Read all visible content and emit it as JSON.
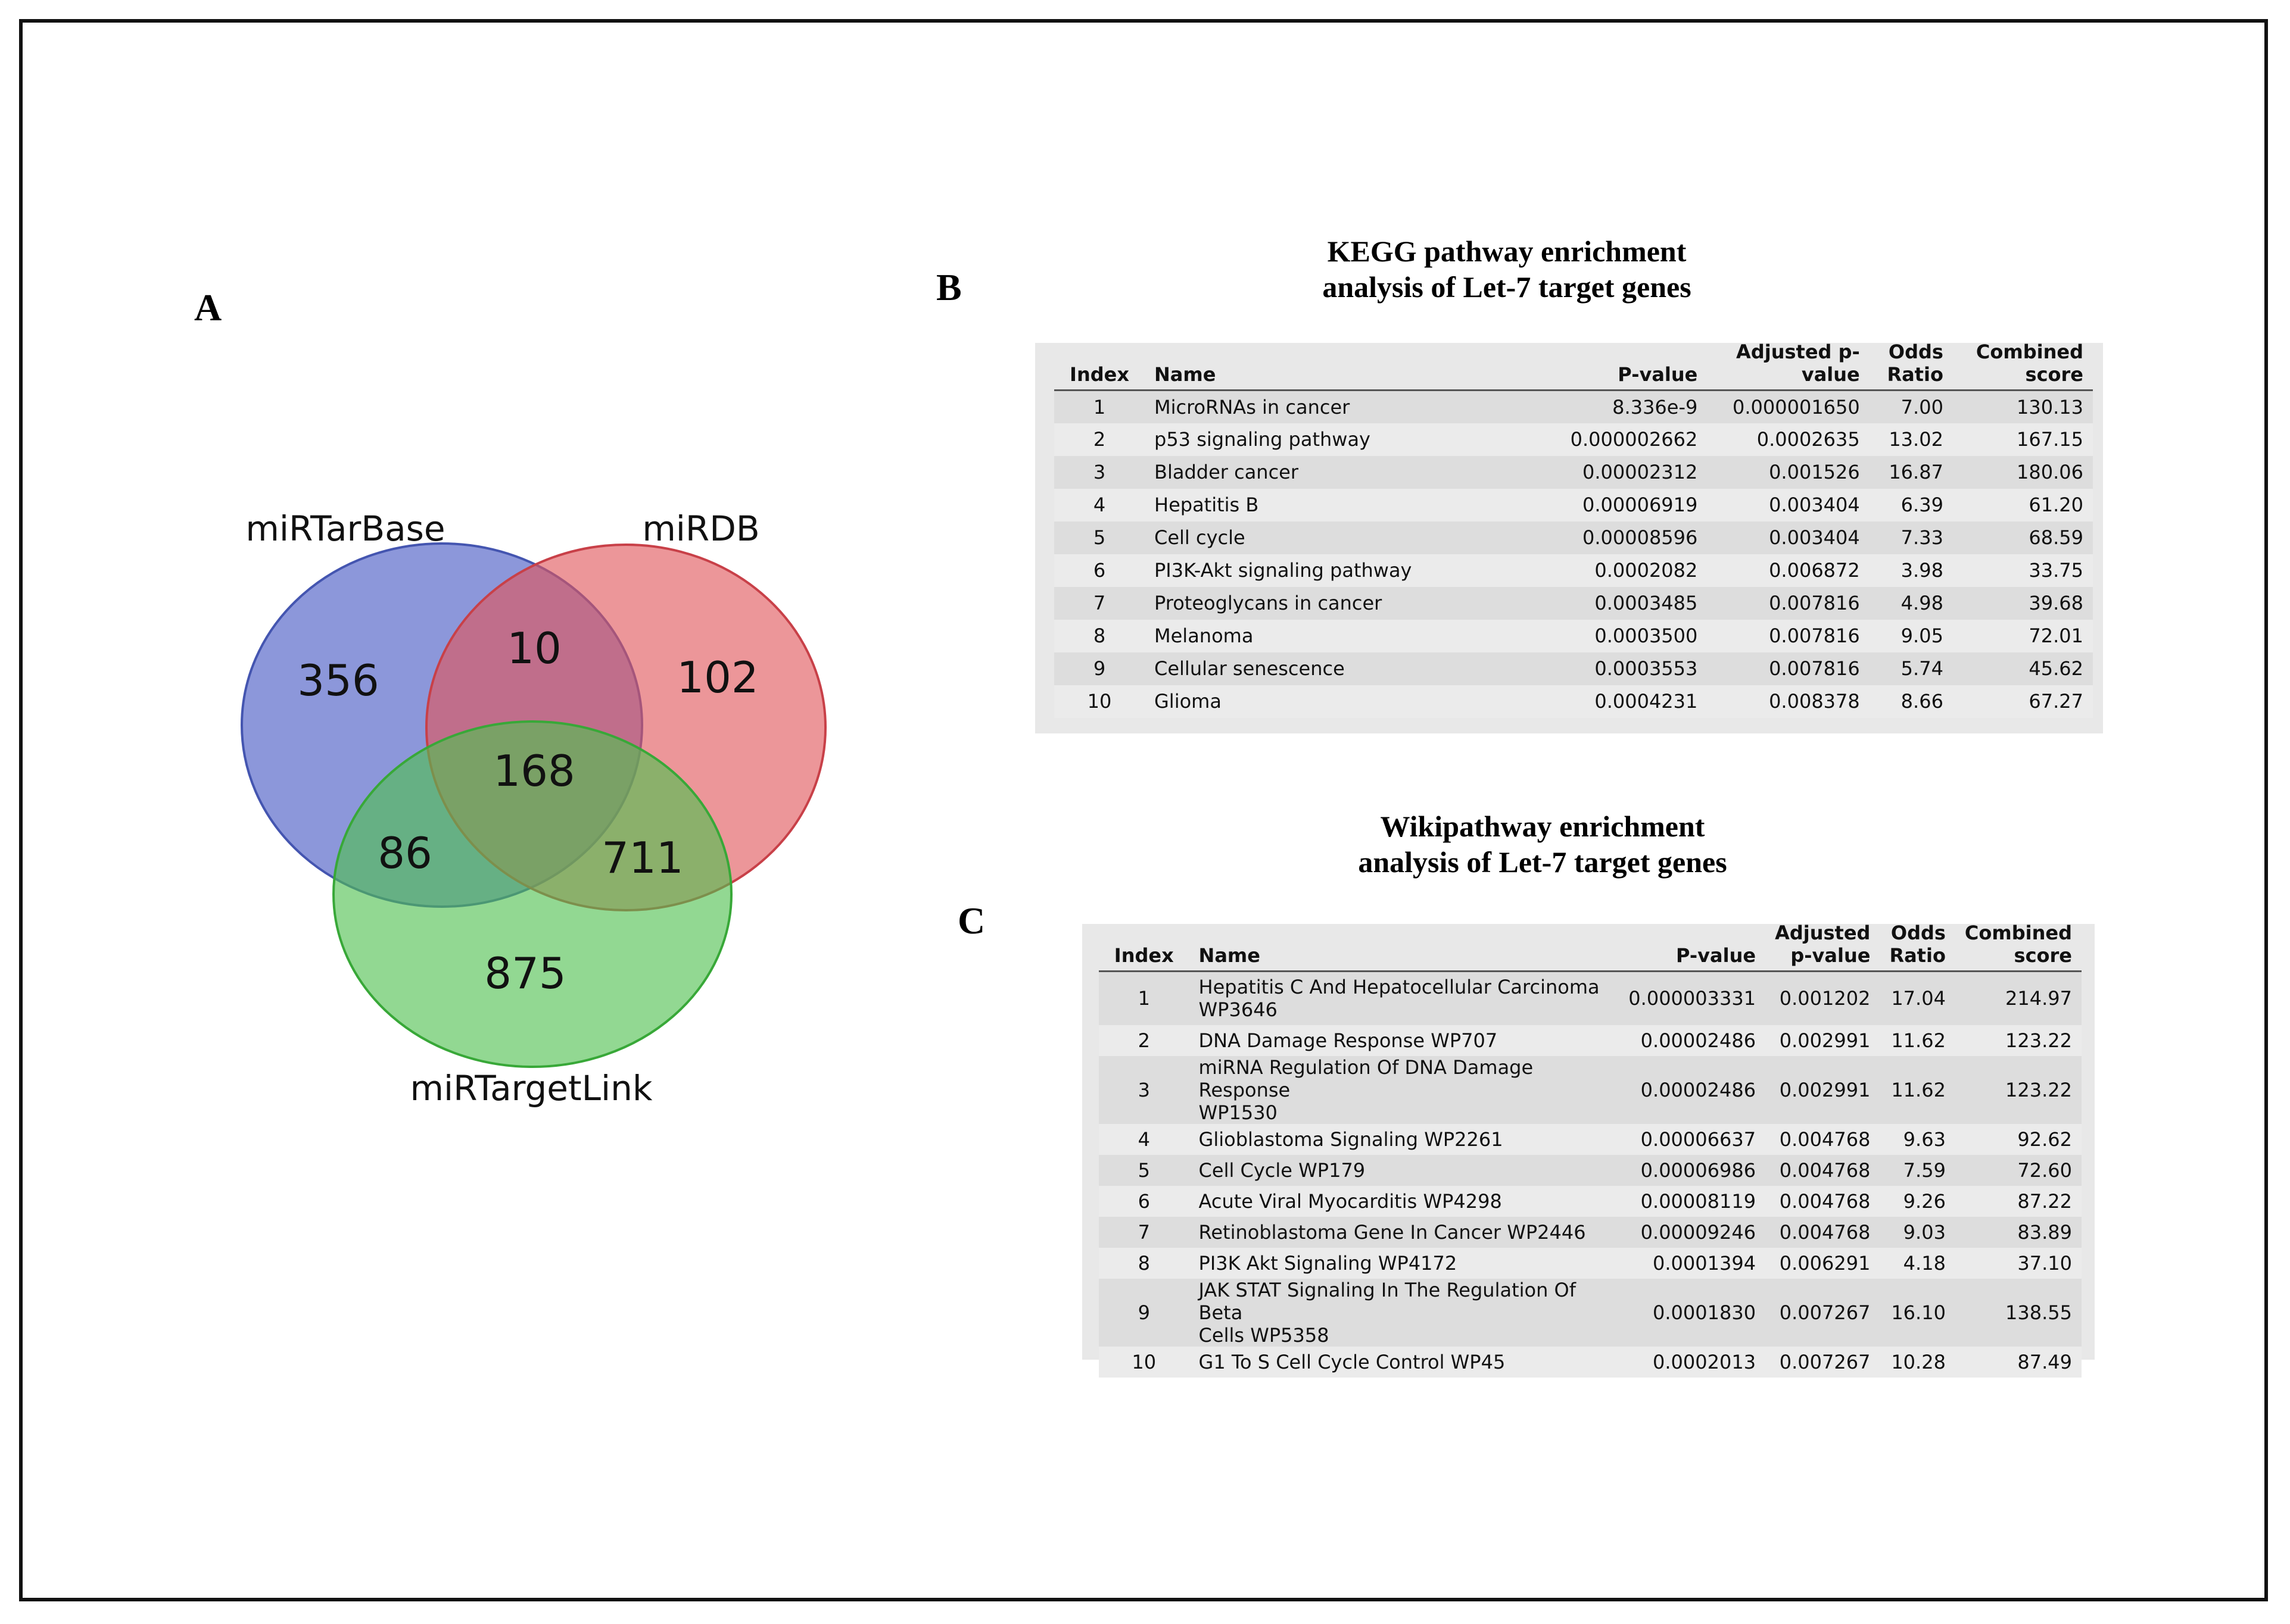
{
  "panels": {
    "a_label": "A",
    "b_label": "B",
    "c_label": "C"
  },
  "venn": {
    "sets": [
      {
        "name": "miRTarBase",
        "color": "#5566c8"
      },
      {
        "name": "miRDB",
        "color": "#e0555a"
      },
      {
        "name": "miRTargetLink",
        "color": "#4fc04f"
      }
    ],
    "regions": {
      "mirtarbase_only": "356",
      "mirdb_only": "102",
      "mirtargetlink_only": "875",
      "mirtarbase_mirdb": "10",
      "mirtarbase_mirtargetlink": "86",
      "mirdb_mirtargetlink": "711",
      "all_three": "168"
    }
  },
  "kegg": {
    "title_line1": "KEGG pathway enrichment",
    "title_line2": "analysis of Let-7 target genes",
    "headers": {
      "index": "Index",
      "name": "Name",
      "pvalue": "P-value",
      "adj_line1": "Adjusted p-",
      "adj_line2": "value",
      "odds_line1": "Odds",
      "odds_line2": "Ratio",
      "comb_line1": "Combined",
      "comb_line2": "score"
    },
    "rows": [
      {
        "index": "1",
        "name": "MicroRNAs in cancer",
        "pvalue": "8.336e-9",
        "adjusted": "0.000001650",
        "odds": "7.00",
        "combined": "130.13"
      },
      {
        "index": "2",
        "name": "p53 signaling pathway",
        "pvalue": "0.000002662",
        "adjusted": "0.0002635",
        "odds": "13.02",
        "combined": "167.15"
      },
      {
        "index": "3",
        "name": "Bladder cancer",
        "pvalue": "0.00002312",
        "adjusted": "0.001526",
        "odds": "16.87",
        "combined": "180.06"
      },
      {
        "index": "4",
        "name": "Hepatitis B",
        "pvalue": "0.00006919",
        "adjusted": "0.003404",
        "odds": "6.39",
        "combined": "61.20"
      },
      {
        "index": "5",
        "name": "Cell cycle",
        "pvalue": "0.00008596",
        "adjusted": "0.003404",
        "odds": "7.33",
        "combined": "68.59"
      },
      {
        "index": "6",
        "name": "PI3K-Akt signaling pathway",
        "pvalue": "0.0002082",
        "adjusted": "0.006872",
        "odds": "3.98",
        "combined": "33.75"
      },
      {
        "index": "7",
        "name": "Proteoglycans in cancer",
        "pvalue": "0.0003485",
        "adjusted": "0.007816",
        "odds": "4.98",
        "combined": "39.68"
      },
      {
        "index": "8",
        "name": "Melanoma",
        "pvalue": "0.0003500",
        "adjusted": "0.007816",
        "odds": "9.05",
        "combined": "72.01"
      },
      {
        "index": "9",
        "name": "Cellular senescence",
        "pvalue": "0.0003553",
        "adjusted": "0.007816",
        "odds": "5.74",
        "combined": "45.62"
      },
      {
        "index": "10",
        "name": "Glioma",
        "pvalue": "0.0004231",
        "adjusted": "0.008378",
        "odds": "8.66",
        "combined": "67.27"
      }
    ]
  },
  "wiki": {
    "title_line1": "Wikipathway enrichment",
    "title_line2": "analysis of Let-7 target genes",
    "headers": {
      "index": "Index",
      "name": "Name",
      "pvalue": "P-value",
      "adj_line1": "Adjusted",
      "adj_line2": "p-value",
      "odds_line1": "Odds",
      "odds_line2": "Ratio",
      "comb_line1": "Combined",
      "comb_line2": "score"
    },
    "rows": [
      {
        "index": "1",
        "name_line1": "Hepatitis C And Hepatocellular Carcinoma",
        "name_line2": "WP3646",
        "pvalue": "0.000003331",
        "adjusted": "0.001202",
        "odds": "17.04",
        "combined": "214.97"
      },
      {
        "index": "2",
        "name_line1": "DNA Damage Response WP707",
        "name_line2": "",
        "pvalue": "0.00002486",
        "adjusted": "0.002991",
        "odds": "11.62",
        "combined": "123.22"
      },
      {
        "index": "3",
        "name_line1": "miRNA Regulation Of DNA Damage Response",
        "name_line2": "WP1530",
        "pvalue": "0.00002486",
        "adjusted": "0.002991",
        "odds": "11.62",
        "combined": "123.22"
      },
      {
        "index": "4",
        "name_line1": "Glioblastoma Signaling WP2261",
        "name_line2": "",
        "pvalue": "0.00006637",
        "adjusted": "0.004768",
        "odds": "9.63",
        "combined": "92.62"
      },
      {
        "index": "5",
        "name_line1": "Cell Cycle WP179",
        "name_line2": "",
        "pvalue": "0.00006986",
        "adjusted": "0.004768",
        "odds": "7.59",
        "combined": "72.60"
      },
      {
        "index": "6",
        "name_line1": "Acute Viral Myocarditis WP4298",
        "name_line2": "",
        "pvalue": "0.00008119",
        "adjusted": "0.004768",
        "odds": "9.26",
        "combined": "87.22"
      },
      {
        "index": "7",
        "name_line1": "Retinoblastoma Gene In Cancer WP2446",
        "name_line2": "",
        "pvalue": "0.00009246",
        "adjusted": "0.004768",
        "odds": "9.03",
        "combined": "83.89"
      },
      {
        "index": "8",
        "name_line1": "PI3K Akt Signaling WP4172",
        "name_line2": "",
        "pvalue": "0.0001394",
        "adjusted": "0.006291",
        "odds": "4.18",
        "combined": "37.10"
      },
      {
        "index": "9",
        "name_line1": "JAK STAT Signaling In The Regulation Of Beta",
        "name_line2": "Cells WP5358",
        "pvalue": "0.0001830",
        "adjusted": "0.007267",
        "odds": "16.10",
        "combined": "138.55"
      },
      {
        "index": "10",
        "name_line1": "G1 To S Cell Cycle Control WP45",
        "name_line2": "",
        "pvalue": "0.0002013",
        "adjusted": "0.007267",
        "odds": "10.28",
        "combined": "87.49"
      }
    ]
  }
}
